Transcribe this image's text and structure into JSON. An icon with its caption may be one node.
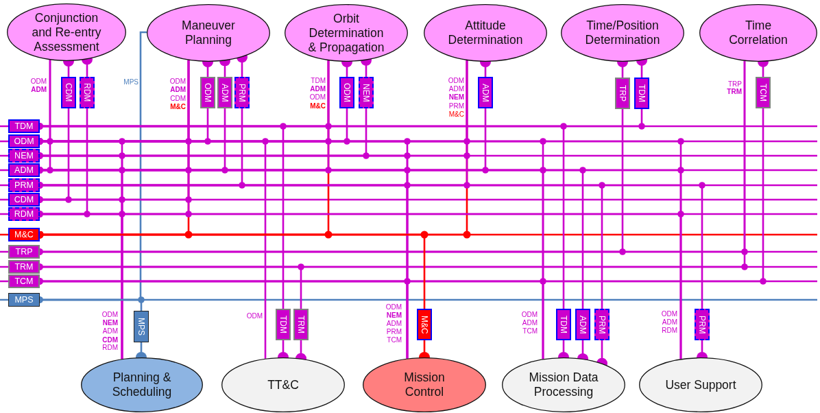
{
  "diagram": {
    "nodes": [
      {
        "text": [
          "Conjunction and Re-entry Assessment"
        ]
      },
      {
        "text": [
          "Maneuver Planning"
        ]
      },
      {
        "text": [
          "Orbit Determination & Propagation"
        ]
      },
      {
        "text": [
          "Attitude Determination"
        ]
      },
      {
        "text": [
          "Time/Position Determination"
        ]
      },
      {
        "text": [
          "Time Correlation"
        ]
      },
      {
        "text": [
          "CDM"
        ]
      },
      {
        "text": [
          "RDM"
        ]
      },
      {
        "text": [
          "ODM"
        ]
      },
      {
        "text": [
          "ADM"
        ]
      },
      {
        "text": [
          "PRM"
        ]
      },
      {
        "text": [
          "ODM"
        ]
      },
      {
        "text": [
          "NEM"
        ]
      },
      {
        "text": [
          "ADM"
        ]
      },
      {
        "text": [
          "TRP"
        ]
      },
      {
        "text": [
          "TDM"
        ]
      },
      {
        "text": [
          "TCM"
        ]
      },
      {
        "text": [
          "TDM"
        ]
      },
      {
        "text": [
          "ODM"
        ]
      },
      {
        "text": [
          "NEM"
        ]
      },
      {
        "text": [
          "ADM"
        ]
      },
      {
        "text": [
          "PRM"
        ]
      },
      {
        "text": [
          "CDM"
        ]
      },
      {
        "text": [
          "RDM"
        ]
      },
      {
        "text": [
          "M&C"
        ]
      },
      {
        "text": [
          "TRP"
        ]
      },
      {
        "text": [
          "TRM"
        ]
      },
      {
        "text": [
          "TCM"
        ]
      },
      {
        "text": [
          "MPS"
        ]
      },
      {
        "text": [
          "MPS"
        ]
      },
      {
        "text": [
          "TDM"
        ]
      },
      {
        "text": [
          "TRM"
        ]
      },
      {
        "text": [
          "M&C"
        ]
      },
      {
        "text": [
          "TDM"
        ]
      },
      {
        "text": [
          "ADM"
        ]
      },
      {
        "text": [
          "PRM"
        ]
      },
      {
        "text": [
          "PRM"
        ]
      },
      {
        "text": [
          "Planning & Scheduling"
        ]
      },
      {
        "text": [
          "TT&C"
        ]
      },
      {
        "text": [
          "Mission Control"
        ]
      },
      {
        "text": [
          "Mission Data Processing"
        ]
      },
      {
        "text": [
          "User Support"
        ]
      }
    ],
    "edges": [
      {
        "from": 0,
        "to": 18,
        "arrow": "other"
      },
      {
        "from": 0,
        "to": 20,
        "arrow": "other"
      },
      {
        "from": 6,
        "to": 0,
        "arrow": "other"
      },
      {
        "from": 6,
        "to": 22,
        "arrow": "other"
      },
      {
        "from": 7,
        "to": 0,
        "arrow": "other"
      },
      {
        "from": 7,
        "to": 23,
        "arrow": "other"
      },
      {
        "from": 1,
        "to": 18,
        "arrow": "other"
      },
      {
        "from": 1,
        "to": 20,
        "arrow": "other"
      },
      {
        "from": 1,
        "to": 22,
        "arrow": "other"
      },
      {
        "from": 1,
        "to": 23,
        "arrow": "other"
      },
      {
        "from": 1,
        "to": 24,
        "arrow": "other",
        "color": "#ff0000"
      },
      {
        "from": 1,
        "to": 28,
        "arrow": "other",
        "color": "#4f81bd"
      },
      {
        "from": 8,
        "to": 1,
        "arrow": "other"
      },
      {
        "from": 8,
        "to": 18,
        "arrow": "other"
      },
      {
        "from": 9,
        "to": 1,
        "arrow": "other"
      },
      {
        "from": 9,
        "to": 20,
        "arrow": "other"
      },
      {
        "from": 10,
        "to": 1,
        "arrow": "other"
      },
      {
        "from": 10,
        "to": 21,
        "arrow": "other"
      },
      {
        "from": 2,
        "to": 17,
        "arrow": "other"
      },
      {
        "from": 2,
        "to": 18,
        "arrow": "other"
      },
      {
        "from": 2,
        "to": 20,
        "arrow": "other"
      },
      {
        "from": 2,
        "to": 24,
        "arrow": "other",
        "color": "#ff0000"
      },
      {
        "from": 11,
        "to": 2,
        "arrow": "other"
      },
      {
        "from": 11,
        "to": 18,
        "arrow": "other"
      },
      {
        "from": 12,
        "to": 2,
        "arrow": "other"
      },
      {
        "from": 12,
        "to": 19,
        "arrow": "other"
      },
      {
        "from": 3,
        "to": 18,
        "arrow": "other"
      },
      {
        "from": 3,
        "to": 19,
        "arrow": "other"
      },
      {
        "from": 3,
        "to": 21,
        "arrow": "other"
      },
      {
        "from": 3,
        "to": 24,
        "arrow": "other",
        "color": "#ff0000"
      },
      {
        "from": 13,
        "to": 3,
        "arrow": "other"
      },
      {
        "from": 13,
        "to": 20,
        "arrow": "other"
      },
      {
        "from": 14,
        "to": 4,
        "arrow": "other"
      },
      {
        "from": 14,
        "to": 25,
        "arrow": "other"
      },
      {
        "from": 15,
        "to": 4,
        "arrow": "other"
      },
      {
        "from": 15,
        "to": 17,
        "arrow": "other"
      },
      {
        "from": 5,
        "to": 25,
        "arrow": "other"
      },
      {
        "from": 5,
        "to": 26,
        "arrow": "other"
      },
      {
        "from": 16,
        "to": 5,
        "arrow": "other"
      },
      {
        "from": 16,
        "to": 27,
        "arrow": "other"
      },
      {
        "from": 37,
        "to": 18,
        "arrow": "other"
      },
      {
        "from": 37,
        "to": 19,
        "arrow": "other"
      },
      {
        "from": 37,
        "to": 20,
        "arrow": "other"
      },
      {
        "from": 37,
        "to": 22,
        "arrow": "other"
      },
      {
        "from": 37,
        "to": 23,
        "arrow": "other"
      },
      {
        "from": 29,
        "to": 37,
        "arrow": "other",
        "color": "#4f81bd"
      },
      {
        "from": 29,
        "to": 28,
        "arrow": "other",
        "color": "#4f81bd"
      },
      {
        "from": 38,
        "to": 18,
        "arrow": "other"
      },
      {
        "from": 30,
        "to": 38,
        "arrow": "other"
      },
      {
        "from": 30,
        "to": 17,
        "arrow": "other"
      },
      {
        "from": 31,
        "to": 38,
        "arrow": "other"
      },
      {
        "from": 31,
        "to": 26,
        "arrow": "other"
      },
      {
        "from": 39,
        "to": 18,
        "arrow": "other"
      },
      {
        "from": 39,
        "to": 19,
        "arrow": "other"
      },
      {
        "from": 39,
        "to": 20,
        "arrow": "other"
      },
      {
        "from": 39,
        "to": 21,
        "arrow": "other"
      },
      {
        "from": 39,
        "to": 27,
        "arrow": "other"
      },
      {
        "from": 32,
        "to": 39,
        "arrow": "other",
        "color": "#ff0000"
      },
      {
        "from": 32,
        "to": 24,
        "arrow": "other",
        "color": "#ff0000"
      },
      {
        "from": 40,
        "to": 18,
        "arrow": "other"
      },
      {
        "from": 40,
        "to": 20,
        "arrow": "other"
      },
      {
        "from": 40,
        "to": 27,
        "arrow": "other"
      },
      {
        "from": 33,
        "to": 40,
        "arrow": "other"
      },
      {
        "from": 33,
        "to": 17,
        "arrow": "other"
      },
      {
        "from": 34,
        "to": 40,
        "arrow": "other"
      },
      {
        "from": 34,
        "to": 20,
        "arrow": "other"
      },
      {
        "from": 35,
        "to": 40,
        "arrow": "other"
      },
      {
        "from": 35,
        "to": 21,
        "arrow": "other"
      },
      {
        "from": 41,
        "to": 18,
        "arrow": "other"
      },
      {
        "from": 41,
        "to": 20,
        "arrow": "other"
      },
      {
        "from": 41,
        "to": 23,
        "arrow": "other"
      },
      {
        "from": 36,
        "to": 41,
        "arrow": "other"
      },
      {
        "from": 36,
        "to": 21,
        "arrow": "other"
      }
    ],
    "labels": [
      "ODM",
      "ADM",
      "MPS",
      "ODM",
      "ADM",
      "CDM",
      "M&C",
      "TDM",
      "ADM",
      "ODM",
      "M&C",
      "ODM",
      "ADM",
      "NEM",
      "PRM",
      "M&C",
      "TRP",
      "TRM",
      "ODM",
      "NEM",
      "ADM",
      "CDM",
      "RDM",
      "ODM",
      "ODM",
      "NEM",
      "ADM",
      "PRM",
      "TCM",
      "ODM",
      "ADM",
      "TCM",
      "ODM",
      "ADM",
      "RDM"
    ]
  }
}
